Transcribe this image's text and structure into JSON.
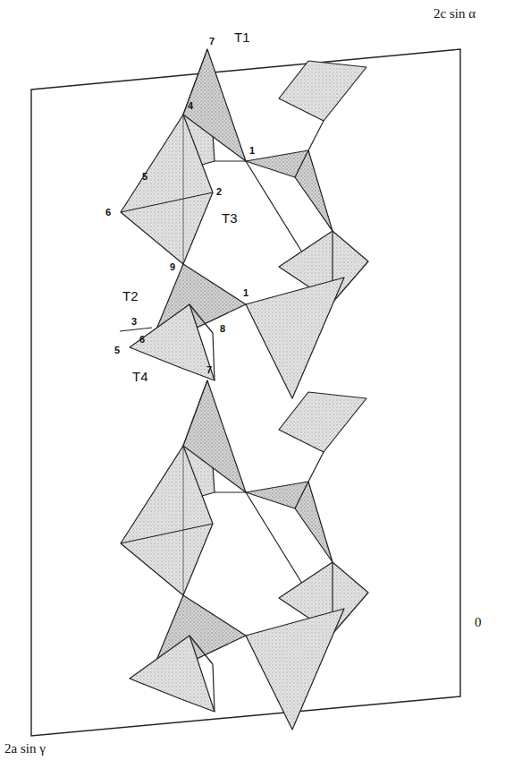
{
  "diagram": {
    "labels": [
      "2c sin α",
      "7",
      "T1",
      "4",
      "5",
      "1",
      "6",
      "2",
      "T3",
      "9",
      "T2",
      "3",
      "1",
      "6",
      "5",
      "8",
      "T4",
      "7",
      "0",
      "2a sin γ"
    ]
  }
}
